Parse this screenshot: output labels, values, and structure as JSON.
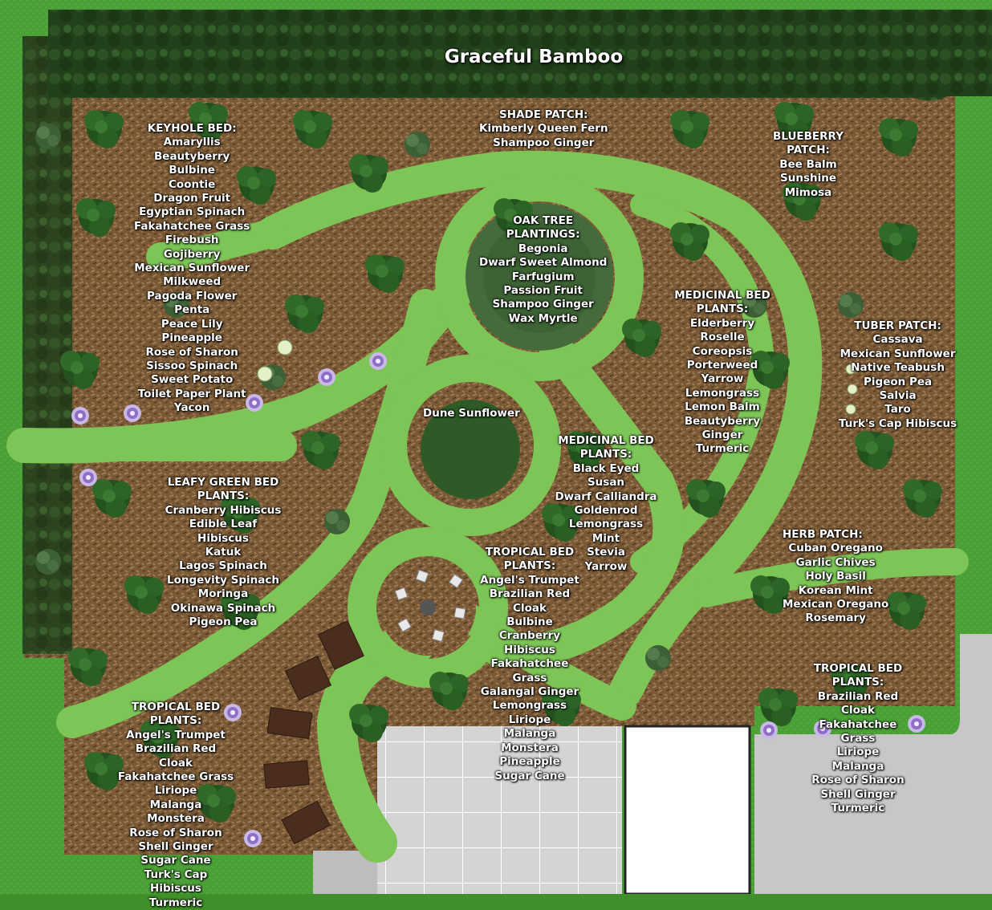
{
  "title": "Graceful Bamboo",
  "beds": [
    {
      "id": "keyhole",
      "title": "KEYHOLE BED:",
      "items": [
        "Amaryllis",
        "Beautyberry",
        "Bulbine",
        "Coontie",
        "Dragon Fruit",
        "Egyptian Spinach",
        "Fakahatchee Grass",
        "Firebush",
        "Gojiberry",
        "Mexican Sunflower",
        "Milkweed",
        "Pagoda Flower",
        "Penta",
        "Peace Lily",
        "Pineapple",
        "Rose of Sharon",
        "Sissoo Spinach",
        "Sweet Potato",
        "Toilet Paper Plant",
        "Yacon"
      ]
    },
    {
      "id": "shade",
      "title": "SHADE PATCH:",
      "items": [
        "Kimberly Queen Fern",
        "Shampoo Ginger"
      ]
    },
    {
      "id": "blueberry",
      "title": "BLUEBERRY PATCH:",
      "items": [
        "Bee Balm",
        "Sunshine Mimosa"
      ]
    },
    {
      "id": "oak",
      "title": "OAK TREE PLANTINGS:",
      "items": [
        "Begonia",
        "Dwarf Sweet Almond",
        "Farfugium",
        "Passion Fruit",
        "Shampoo Ginger",
        "Wax Myrtle"
      ]
    },
    {
      "id": "medicinal-right",
      "title": "MEDICINAL BED PLANTS:",
      "items": [
        "Elderberry",
        "Roselle",
        "Coreopsis",
        "Porterweed",
        "Yarrow",
        "Lemongrass",
        "Lemon Balm",
        "Beautyberry",
        "Ginger",
        "Turmeric"
      ]
    },
    {
      "id": "tuber",
      "title": "TUBER PATCH:",
      "items": [
        "Cassava",
        "Mexican Sunflower",
        "Native Teabush",
        "Pigeon Pea",
        "Salvia",
        "Taro",
        "Turk's Cap Hibiscus"
      ]
    },
    {
      "id": "dune",
      "title": "Dune Sunflower",
      "items": []
    },
    {
      "id": "medicinal-center",
      "title": "MEDICINAL BED PLANTS:",
      "items": [
        "Black Eyed Susan",
        "Dwarf Calliandra",
        "Goldenrod",
        "Lemongrass",
        "Mint",
        "Stevia",
        "Yarrow"
      ]
    },
    {
      "id": "leafy",
      "title": "LEAFY GREEN BED PLANTS:",
      "items": [
        "Cranberry Hibiscus",
        "Edible Leaf Hibiscus",
        "Katuk",
        "Lagos Spinach",
        "Longevity Spinach",
        "Moringa",
        "Okinawa Spinach",
        "Pigeon Pea"
      ]
    },
    {
      "id": "tropical-center",
      "title": "TROPICAL BED PLANTS:",
      "items": [
        "Angel's Trumpet",
        "Brazilian Red Cloak",
        "Bulbine",
        "Cranberry Hibiscus",
        "Fakahatchee Grass",
        "Galangal Ginger",
        "Lemongrass",
        "Liriope",
        "Malanga",
        "Monstera",
        "Pineapple",
        "Sugar Cane"
      ]
    },
    {
      "id": "herb",
      "title": "HERB PATCH:",
      "items": [
        "Cuban Oregano",
        "Garlic Chives",
        "Holy Basil",
        "Korean Mint",
        "Mexican Oregano",
        "Rosemary"
      ]
    },
    {
      "id": "tropical-right",
      "title": "TROPICAL BED PLANTS:",
      "items": [
        "Brazilian Red Cloak",
        "Fakahatchee Grass",
        "Liriope",
        "Malanga",
        "Rose of Sharon",
        "Shell Ginger",
        "Turmeric"
      ]
    },
    {
      "id": "tropical-left",
      "title": "TROPICAL BED PLANTS:",
      "items": [
        "Angel's Trumpet",
        "Brazilian Red Cloak",
        "Fakahatchee Grass",
        "Liriope",
        "Malanga",
        "Monstera",
        "Rose of Sharon",
        "Shell Ginger",
        "Sugar Cane",
        "Turk's Cap Hibiscus",
        "Turmeric"
      ]
    }
  ],
  "colors": {
    "lawn": "#4a9e35",
    "mulch": "#7a5a36",
    "path": "#7cc355",
    "hedge": "#1f3d18",
    "shrub": "#2e6b2a",
    "concrete": "#cfcfcf"
  }
}
